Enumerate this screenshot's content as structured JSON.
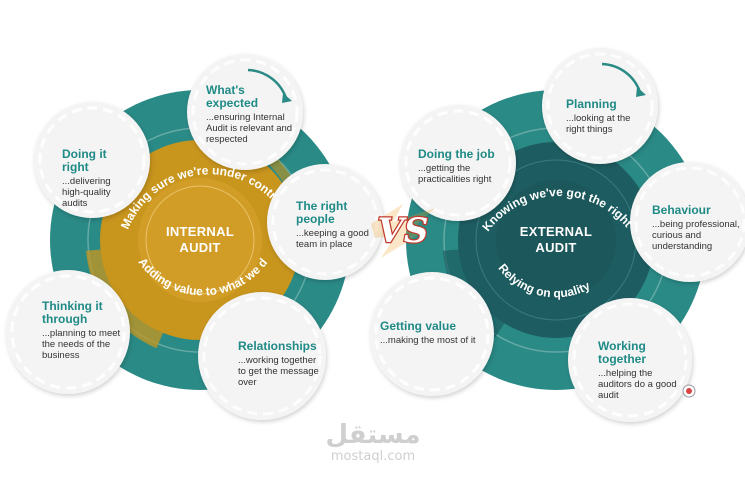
{
  "left": {
    "hub_title": [
      "INTERNAL",
      "AUDIT"
    ],
    "arc_top": "Making sure we're under control",
    "arc_bottom": "Adding value to what we do",
    "accent": "#c8951d",
    "ring": "#2a8a86",
    "items": [
      {
        "title": "What's expected",
        "desc": "...ensuring Internal Audit is relevant and respected"
      },
      {
        "title": "Doing it right",
        "desc": "...delivering high-quality audits"
      },
      {
        "title": "The right people",
        "desc": "...keeping a good team in place"
      },
      {
        "title": "Thinking it through",
        "desc": "...planning to meet the needs of the business"
      },
      {
        "title": "Relationships",
        "desc": "...working together to get the message over"
      }
    ]
  },
  "right": {
    "hub_title": [
      "EXTERNAL",
      "AUDIT"
    ],
    "arc_top": "Knowing we've got the right focus",
    "arc_bottom": "Relying on quality",
    "accent": "#1d5d61",
    "ring": "#2a8a86",
    "items": [
      {
        "title": "Planning",
        "desc": "...looking at the right things"
      },
      {
        "title": "Doing the job",
        "desc": "...getting the practicalities right"
      },
      {
        "title": "Behaviour",
        "desc": "...being professional, curious and understanding"
      },
      {
        "title": "Getting value",
        "desc": "...making the most of it"
      },
      {
        "title": "Working together",
        "desc": "...helping the auditors do a good audit"
      }
    ]
  },
  "vs_label": "VS",
  "watermark": {
    "arabic": "مستقل",
    "latin": "mostaql.com"
  },
  "colors": {
    "teal": "#1f8a86",
    "dark_teal": "#1d5d61",
    "gold": "#c8951d",
    "bubble": "#f4f4f4"
  }
}
